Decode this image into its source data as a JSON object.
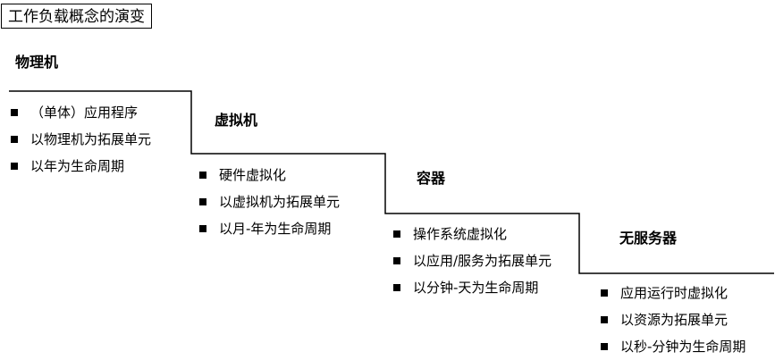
{
  "diagram": {
    "title": "工作负载概念的演变",
    "line_color": "#000000",
    "stages": [
      {
        "name": "物理机",
        "items": [
          "（单体）应用程序",
          "以物理机为拓展单元",
          "以年为生命周期"
        ]
      },
      {
        "name": "虚拟机",
        "items": [
          "硬件虚拟化",
          "以虚拟机为拓展单元",
          "以月-年为生命周期"
        ]
      },
      {
        "name": "容器",
        "items": [
          "操作系统虚拟化",
          "以应用/服务为拓展单元",
          "以分钟-天为生命周期"
        ]
      },
      {
        "name": "无服务器",
        "items": [
          "应用运行时虚拟化",
          "以资源为拓展单元",
          "以秒-分钟为生命周期"
        ]
      }
    ]
  }
}
